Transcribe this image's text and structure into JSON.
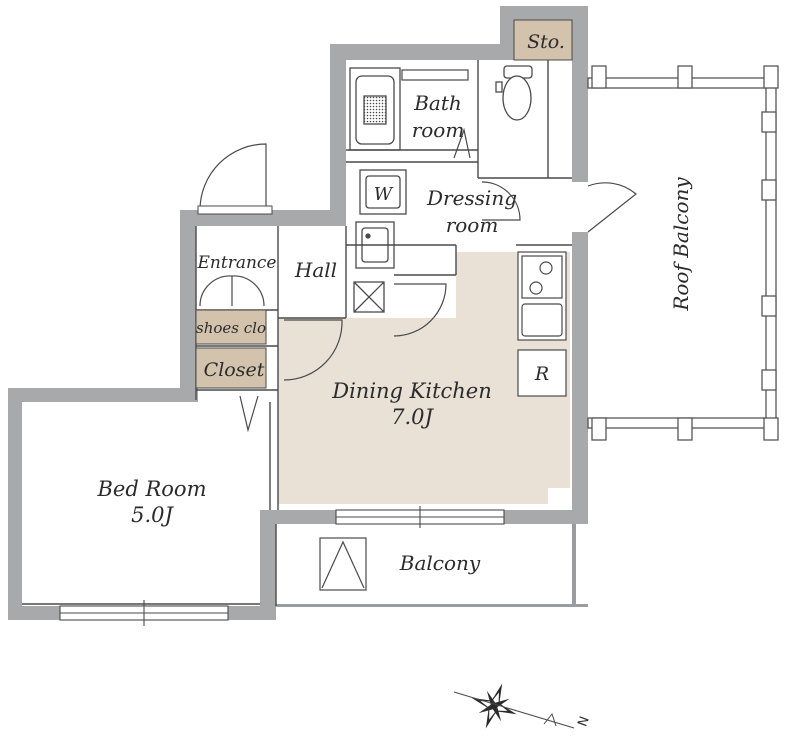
{
  "rooms": {
    "storage": "Sto.",
    "bath": [
      "Bath",
      "room"
    ],
    "washer": "W",
    "dressing": [
      "Dressing",
      "room"
    ],
    "entrance": "Entrance",
    "hall": "Hall",
    "shoes": "shoes clo",
    "closet": "Closet",
    "dining": [
      "Dining Kitchen",
      "7.0J"
    ],
    "refrigerator": "R",
    "bedroom": [
      "Bed Room",
      "5.0J"
    ],
    "balcony": "Balcony",
    "roof_balcony": "Roof Balcony"
  },
  "compass": {
    "north": "N"
  },
  "colors": {
    "wall": "#a7a9ab",
    "floor": "#e9e1d6",
    "storage": "#d3c3ac",
    "line": "#4a4a4a",
    "background": "#ffffff"
  }
}
